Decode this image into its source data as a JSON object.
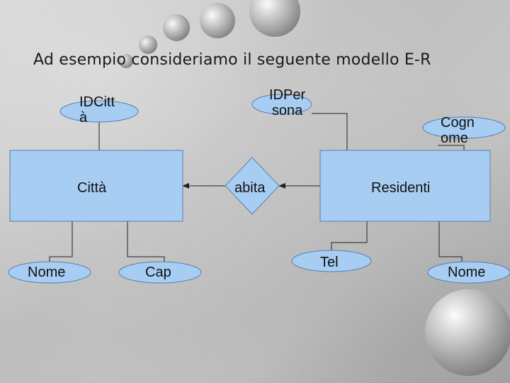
{
  "title": "Ad esempio consideriamo il seguente modello E-R",
  "entities": {
    "citta": "Città",
    "residenti": "Residenti"
  },
  "relationship": "abita",
  "attributes": {
    "idcitta": "IDCitt\nà",
    "idpersona": "IDPer\nsona",
    "cognome": "Cogn\nome",
    "nome_citta": "Nome",
    "cap": "Cap",
    "tel": "Tel",
    "nome_residenti": "Nome"
  },
  "colors": {
    "entity_fill": "#a7cdf2",
    "entity_stroke": "#5a7fb0",
    "line": "#222222"
  }
}
